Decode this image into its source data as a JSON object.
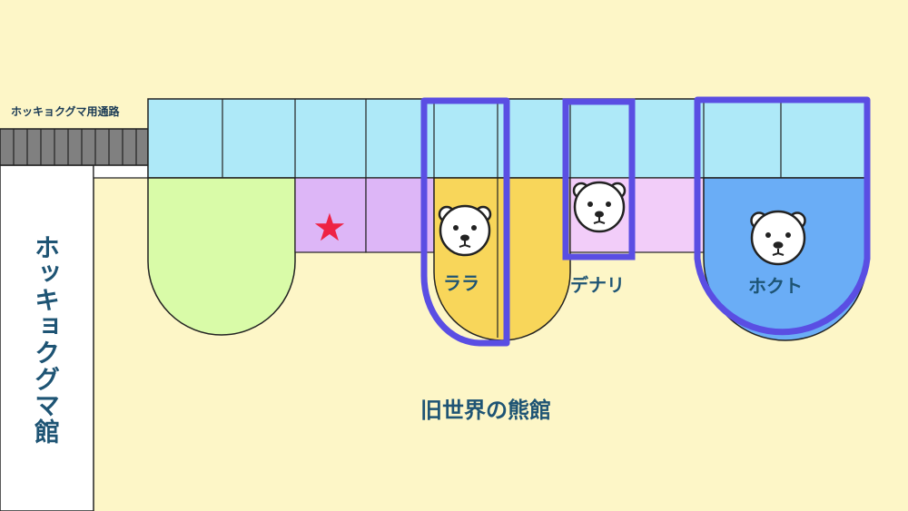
{
  "labels": {
    "passage": "ホッキョクグマ用通路",
    "polar_bear_hall": "ホッキョクグマ館",
    "old_world_bear_hall": "旧世界の熊館"
  },
  "bears": [
    {
      "name": "ララ"
    },
    {
      "name": "デナリ"
    },
    {
      "name": "ホクト"
    }
  ],
  "markers": {
    "star": "★",
    "star_color": "#ee2244"
  },
  "colors": {
    "background": "#fdf6c7",
    "pool": "#aee9f8",
    "green_enclosure": "#d9fba8",
    "purple_enclosure": "#ddb6f7",
    "pink_enclosure": "#f2cdf9",
    "yellow_enclosure": "#f8d65a",
    "blue_enclosure": "#6aadf6",
    "highlight_outline": "#5a4ee3",
    "label_text": "#1e5474"
  }
}
